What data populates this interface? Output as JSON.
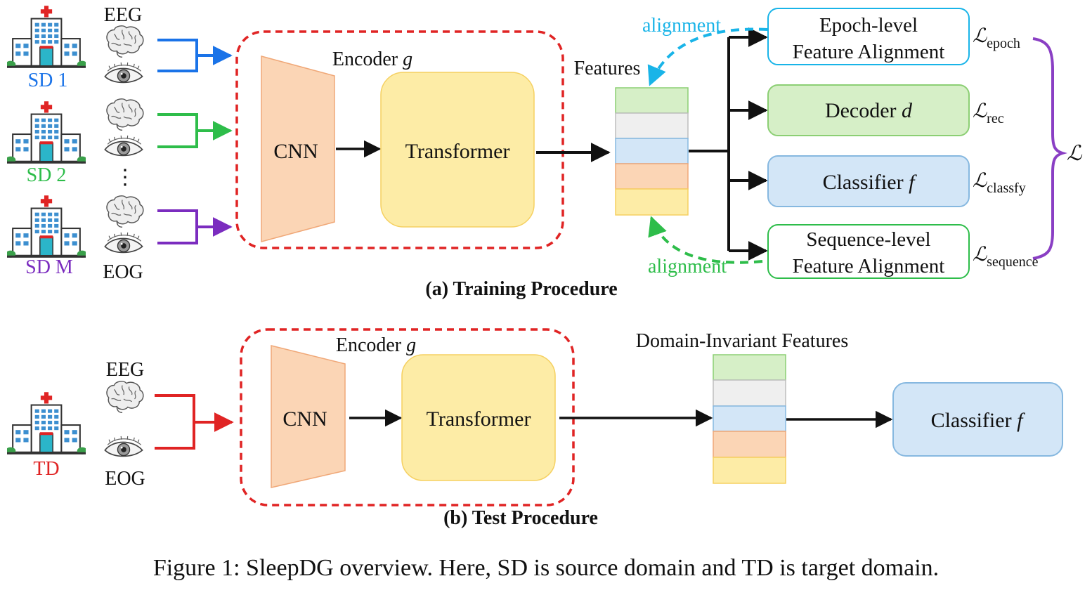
{
  "training": {
    "domains": [
      {
        "label": "SD 1",
        "color": "#1a73e8"
      },
      {
        "label": "SD 2",
        "color": "#2ebd4a"
      },
      {
        "label": "SD M",
        "color": "#7b2cbf"
      }
    ],
    "eeg_label": "EEG",
    "eog_label": "EOG",
    "ellipsis": "⋮",
    "encoder": "Encoder",
    "encoder_var": "g",
    "cnn": "CNN",
    "transformer": "Transformer",
    "features": "Features",
    "alignment_top": "alignment",
    "alignment_bottom": "alignment",
    "boxes": {
      "epoch_line1": "Epoch-level",
      "epoch_line2": "Feature Alignment",
      "decoder": "Decoder",
      "decoder_var": "d",
      "classifier": "Classifier",
      "classifier_var": "f",
      "seq_line1": "Sequence-level",
      "seq_line2": "Feature Alignment"
    },
    "losses": {
      "symbol": "ℒ",
      "epoch": "epoch",
      "rec": "rec",
      "classfy": "classfy",
      "sequence": "sequence",
      "total": "ℒ"
    },
    "title": "(a) Training Procedure"
  },
  "test": {
    "domain": {
      "label": "TD",
      "color": "#e02424"
    },
    "eeg_label": "EEG",
    "eog_label": "EOG",
    "encoder": "Encoder",
    "encoder_var": "g",
    "cnn": "CNN",
    "transformer": "Transformer",
    "features": "Domain-Invariant Features",
    "classifier": "Classifier",
    "classifier_var": "f",
    "title": "(b) Test Procedure"
  },
  "caption": "Figure 1: SleepDG overview. Here, SD is source domain and TD is target domain.",
  "colors": {
    "encoder_border": "#e02424",
    "cnn_fill": "#fbd5b5",
    "transformer_fill": "#fdeca6",
    "feat_green": "#d6efc7",
    "feat_gray": "#efefef",
    "feat_blue": "#d3e6f7",
    "feat_orange": "#fbd5b5",
    "feat_yellow": "#fdeca6",
    "align_cyan": "#19b4e8",
    "align_green": "#2ebd4a",
    "brace_purple": "#8a3fc4"
  },
  "icons": [
    "hospital-icon",
    "brain-icon",
    "eye-icon"
  ]
}
